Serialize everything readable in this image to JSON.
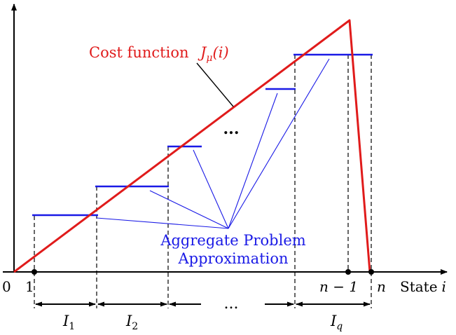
{
  "labels": {
    "cost_function": "Cost function",
    "cost_symbol_j": "J",
    "cost_symbol_sub": "μ",
    "cost_symbol_arg": "(i)",
    "aggregate_line1": "Aggregate Problem",
    "aggregate_line2": "Approximation",
    "origin_zero": "0",
    "tick_one": "1",
    "tick_n_minus_1": "n − 1",
    "tick_n": "n",
    "state_axis": "State",
    "state_var": "i",
    "dots_upper": "...",
    "dots_lower": "...",
    "interval_1_letter": "I",
    "interval_1_sub": "1",
    "interval_2_letter": "I",
    "interval_2_sub": "2",
    "interval_q_letter": "I",
    "interval_q_sub": "q"
  },
  "colors": {
    "cost_curve": "#e01b1b",
    "approximation": "#1a1ae6",
    "axes": "#000000"
  }
}
